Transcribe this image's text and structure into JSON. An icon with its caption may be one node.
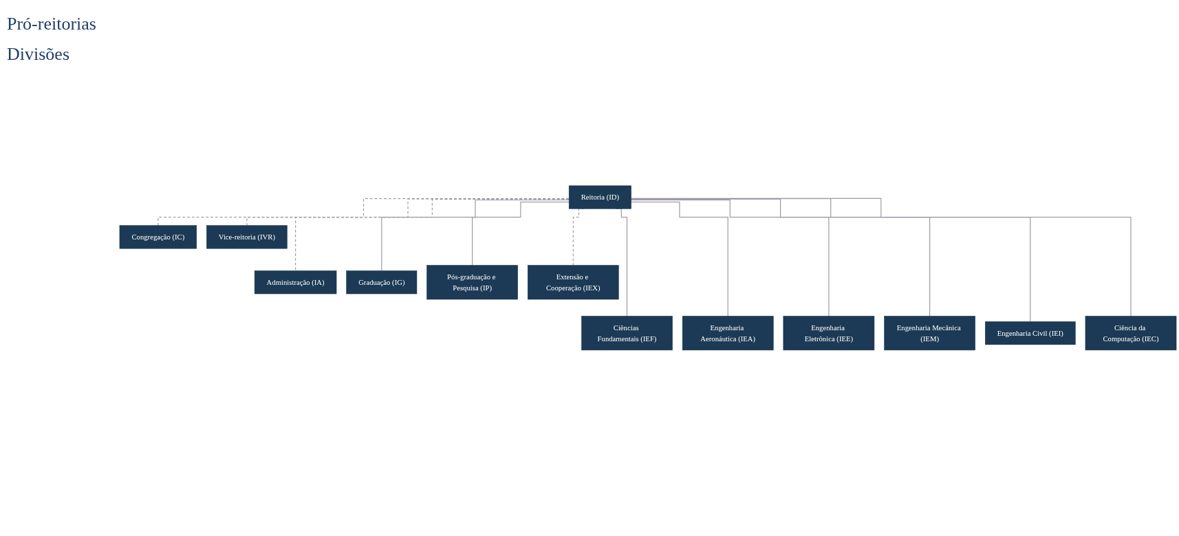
{
  "diagram": {
    "nodes": [
      {
        "text": [
          "Reitoria (ID)"
        ]
      },
      {
        "text": [
          "Congregação (IC)"
        ]
      },
      {
        "text": [
          "Vice-reitoria (IVR)"
        ]
      },
      {
        "text": [
          "Administração (IA)"
        ]
      },
      {
        "text": [
          "Graduação (IG)"
        ]
      },
      {
        "text": [
          "Pós-graduação e Pesquisa (IP)"
        ]
      },
      {
        "text": [
          "Extensão e Cooperação (IEX)"
        ]
      },
      {
        "text": [
          "Ciências Fundamentais (IEF)"
        ]
      },
      {
        "text": [
          "Engenharia Aeronáutica (IEA)"
        ]
      },
      {
        "text": [
          "Engenharia Eletrônica (IEE)"
        ]
      },
      {
        "text": [
          "Engenharia Mecânica (IEM)"
        ]
      },
      {
        "text": [
          "Engenharia Civil (IEI)"
        ]
      },
      {
        "text": [
          "Ciência da Computação (IEC)"
        ]
      }
    ],
    "edges": [
      {
        "from": 0,
        "to": 1,
        "arrow": "none",
        "style": "dashed"
      },
      {
        "from": 0,
        "to": 2,
        "arrow": "none",
        "style": "dashed"
      },
      {
        "from": 0,
        "to": 3,
        "arrow": "none",
        "style": "dashed"
      },
      {
        "from": 0,
        "to": 4,
        "arrow": "none"
      },
      {
        "from": 0,
        "to": 5,
        "arrow": "none"
      },
      {
        "from": 0,
        "to": 6,
        "arrow": "none",
        "style": "dashed"
      },
      {
        "from": 0,
        "to": 7,
        "arrow": "none"
      },
      {
        "from": 0,
        "to": 8,
        "arrow": "none"
      },
      {
        "from": 0,
        "to": 9,
        "arrow": "none"
      },
      {
        "from": 0,
        "to": 10,
        "arrow": "none"
      },
      {
        "from": 0,
        "to": 11,
        "arrow": "none"
      },
      {
        "from": 0,
        "to": 12,
        "arrow": "none"
      }
    ],
    "labels": [
      "Pró-reitorias",
      "Divisões"
    ]
  }
}
